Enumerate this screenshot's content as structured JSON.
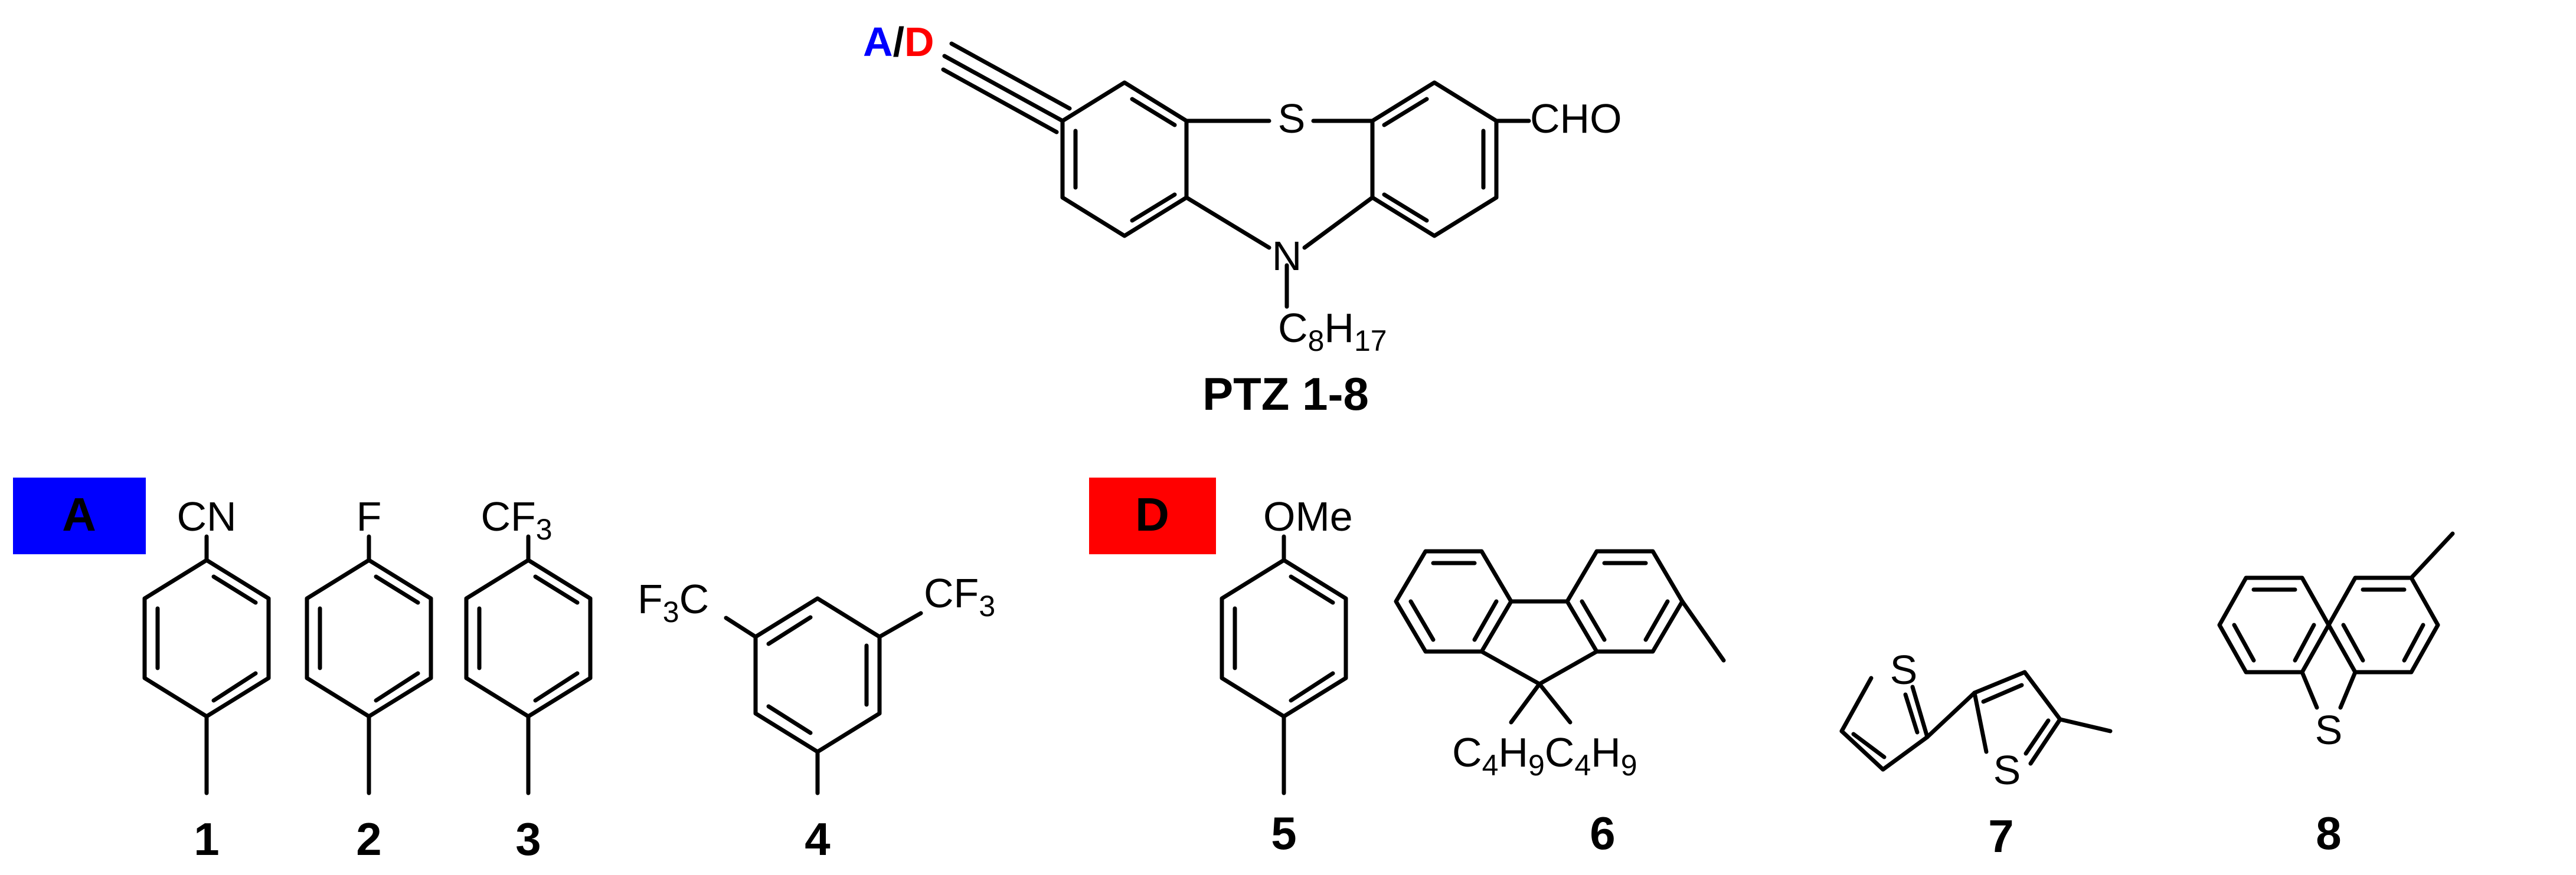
{
  "core": {
    "ad_label": {
      "a": "A",
      "slash": "/",
      "d": "D"
    },
    "sulfur": "S",
    "nitrogen": "N",
    "aldehyde": "CHO",
    "alkyl_c": "C",
    "alkyl_c_sub": "8",
    "alkyl_h": "H",
    "alkyl_h_sub": "17",
    "name": "PTZ 1-8"
  },
  "groups": {
    "acceptor_tag": "A",
    "donor_tag": "D"
  },
  "compounds": [
    {
      "number": "1",
      "substituent": "CN"
    },
    {
      "number": "2",
      "substituent": "F"
    },
    {
      "number": "3",
      "substituent": "CF",
      "substituent_sub": "3"
    },
    {
      "number": "4",
      "left": "F",
      "left_sub": "3",
      "left_tail": "C",
      "right": "CF",
      "right_sub": "3"
    },
    {
      "number": "5",
      "substituent": "OMe"
    },
    {
      "number": "6",
      "chain_c": "C",
      "chain_c_sub": "4",
      "chain_h": "H",
      "chain_h_sub": "9"
    },
    {
      "number": "7",
      "sulfur": "S"
    },
    {
      "number": "8",
      "sulfur": "S"
    }
  ],
  "colors": {
    "acceptor": "#0000ff",
    "donor": "#ff0000",
    "acceptor_box": "#0000ff",
    "donor_box": "#ff0000"
  }
}
